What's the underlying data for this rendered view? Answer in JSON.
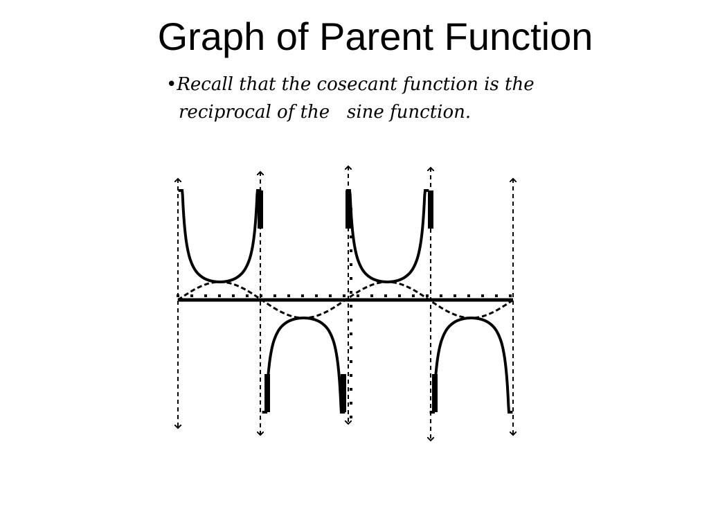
{
  "slide": {
    "title": "Graph of Parent Function",
    "bullet_marker": "•",
    "bullet_line1": "Recall that the cosecant function is the",
    "bullet_line2": "reciprocal of the   sine function."
  },
  "graph": {
    "curves": [
      "cosecant",
      "sine"
    ],
    "asymptotes": 5,
    "colors": {
      "curve": "#000000",
      "axis": "#000000",
      "asymptote": "#000000",
      "background": "#ffffff"
    }
  }
}
